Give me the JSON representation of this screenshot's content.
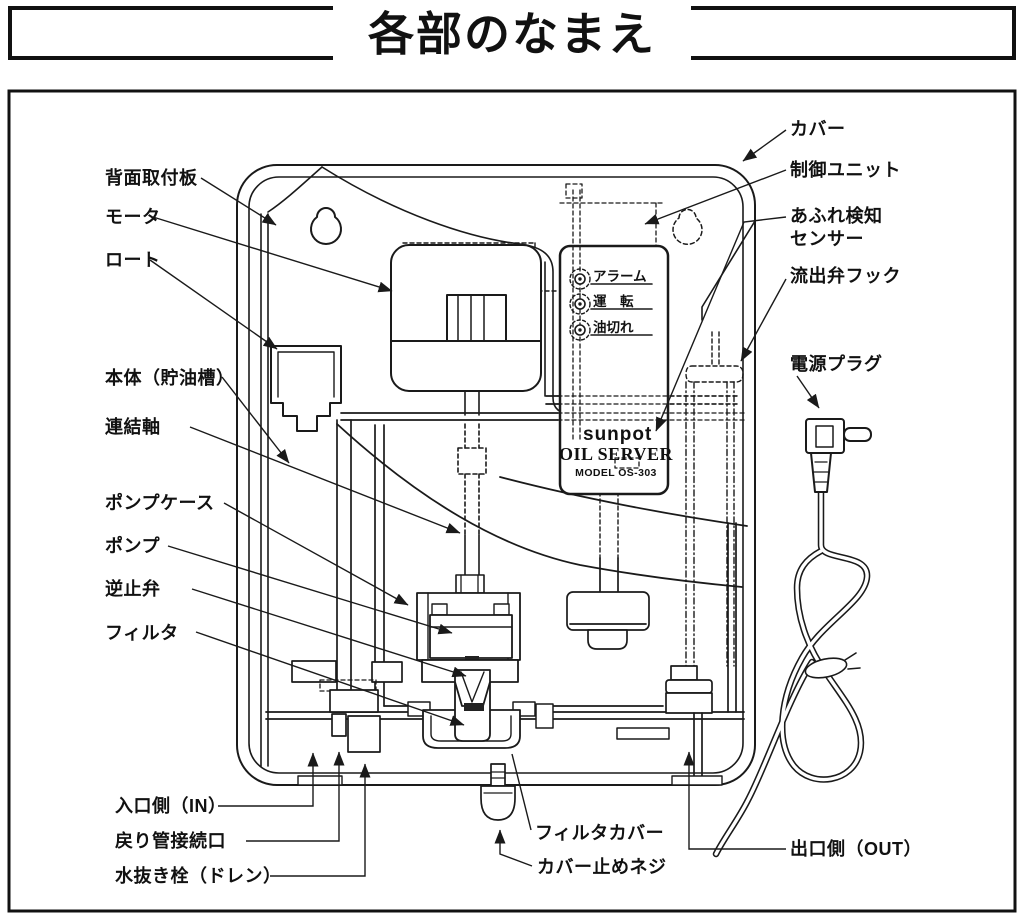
{
  "title": "各部のなまえ",
  "colors": {
    "line": "#1a1a1a",
    "background": "#ffffff"
  },
  "machine": {
    "brand": "sunpot",
    "product": "OIL SERVER",
    "model": "MODEL OS-303",
    "panel_leds": [
      {
        "label": "アラーム"
      },
      {
        "label": "運　転"
      },
      {
        "label": "油切れ"
      }
    ]
  },
  "labels": {
    "back_plate": "背面取付板",
    "motor": "モータ",
    "funnel": "ロート",
    "body": "本体（貯油槽）",
    "shaft": "連結軸",
    "pump_case": "ポンプケース",
    "pump": "ポンプ",
    "check_valve": "逆止弁",
    "filter": "フィルタ",
    "inlet": "入口側（IN）",
    "return_port": "戻り管接続口",
    "drain": "水抜き栓（ドレン）",
    "cover": "カバー",
    "control_unit": "制御ユニット",
    "overflow_sensor_line1": "あふれ検知",
    "overflow_sensor_line2": "センサー",
    "outflow_hook": "流出弁フック",
    "power_plug": "電源プラグ",
    "outlet": "出口側（OUT）",
    "filter_cover": "フィルタカバー",
    "cover_screw": "カバー止めネジ"
  }
}
